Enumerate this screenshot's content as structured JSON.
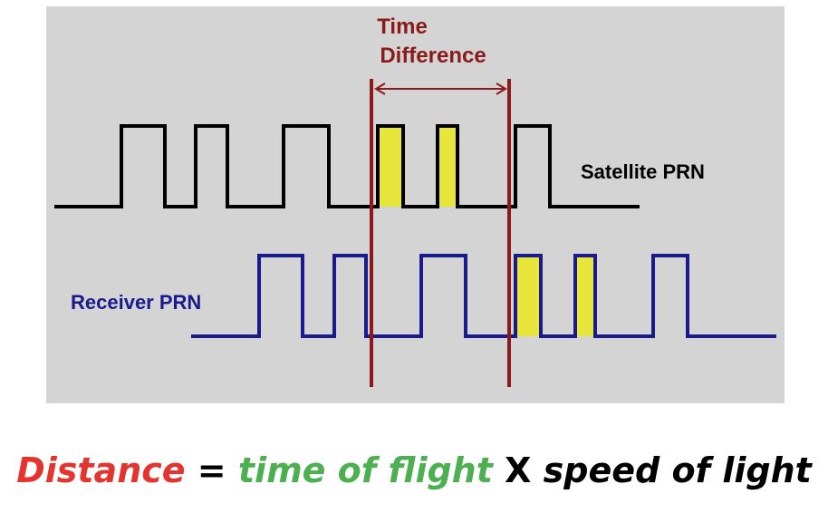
{
  "diagram": {
    "time_difference_label_line1": "Time",
    "time_difference_label_line2": "Difference",
    "satellite_label": "Satellite PRN",
    "receiver_label": "Receiver PRN"
  },
  "formula": {
    "distance": "Distance",
    "equals": " = ",
    "time_of_flight": "time of flight",
    "times": " X ",
    "speed_of_light": "speed of light"
  },
  "colors": {
    "panel_background": "#d4d4d4",
    "satellite_signal": "#000000",
    "receiver_signal": "#1a1a8c",
    "marker_lines": "#8b1a1a",
    "highlight": "#e8e63a",
    "distance_text": "#e3342f",
    "time_of_flight_text": "#4caf50",
    "formula_text": "#000000"
  }
}
